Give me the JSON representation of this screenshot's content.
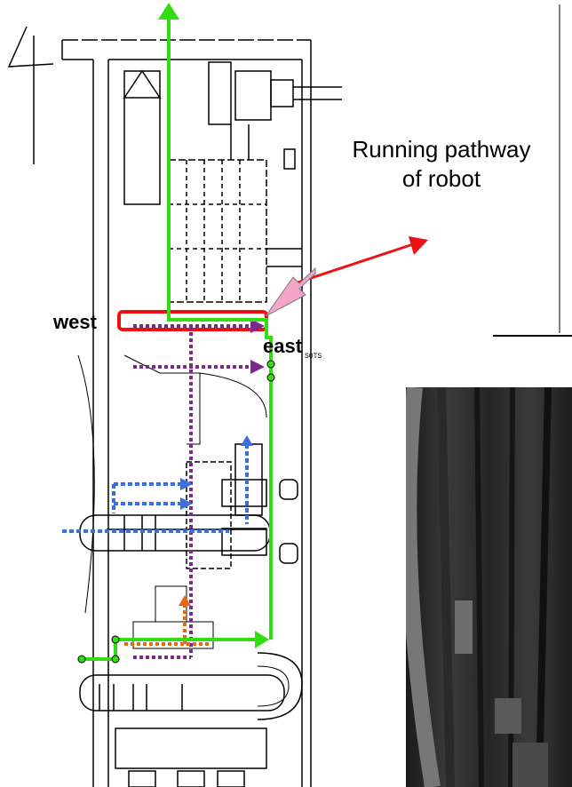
{
  "annotations": {
    "title": "Running pathway\nof robot",
    "west": "west",
    "east": "east",
    "plate": "SOTS"
  },
  "colors": {
    "robot_path": "#33dd11",
    "highlight_box": "#ee1111",
    "pointer_arrow": "#ee1111",
    "callout_arrow": "#f3a6c8",
    "purple_route": "#7a2a8a",
    "blue_route": "#3b6fe0",
    "orange_route": "#e86a10"
  },
  "icons": {
    "numeral": "handwritten-four",
    "photo": "inspection-photo"
  }
}
